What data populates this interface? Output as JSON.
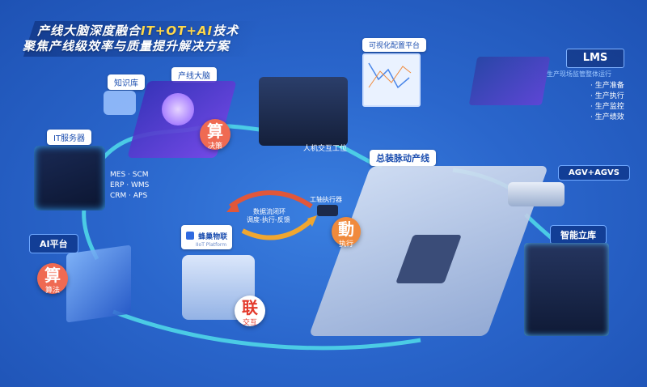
{
  "title": {
    "line1_pre": "产线大脑深度融合",
    "line1_hl": "IT+OT+AI",
    "line1_post": "技术",
    "line2": "聚焦产线级效率与质量提升解决方案"
  },
  "labels": {
    "knowledge_base": "知识库",
    "production_brain": "产线大脑",
    "visual_platform": "可视化配置平台",
    "hmi_station": "人机交互工位",
    "it_server": "IT服务器",
    "assembly_line": "总装脉动产线",
    "agv": "AGV+AGVS",
    "smart_warehouse": "智能立库",
    "ai_platform": "AI平台",
    "iot_platform": "蜂巢物联",
    "iot_platform_en": "IIoT Platform",
    "station_executor": "工轴执行器",
    "closed_loop_1": "数据流闭环",
    "closed_loop_2": "调度-执行-反馈",
    "lms": "LMS",
    "lms_desc": "生产现场监管整体运行"
  },
  "it_list": [
    "MES · SCM",
    "ERP · WMS",
    "CRM · APS"
  ],
  "lms_list": [
    "· 生产准备",
    "· 生产执行",
    "· 生产监控",
    "· 生产绩效"
  ],
  "badges": {
    "calc": {
      "char": "算",
      "sub": "算法"
    },
    "decide": {
      "char": "算",
      "sub": "决策"
    },
    "connect": {
      "char": "联",
      "sub": "交互"
    },
    "move": {
      "char": "動",
      "sub": "执行"
    }
  },
  "colors": {
    "background": "#2a66cc",
    "accent_yellow": "#ffd84a",
    "badge_red": "#e33a2c",
    "loop_cyan": "#4fd6e8"
  }
}
